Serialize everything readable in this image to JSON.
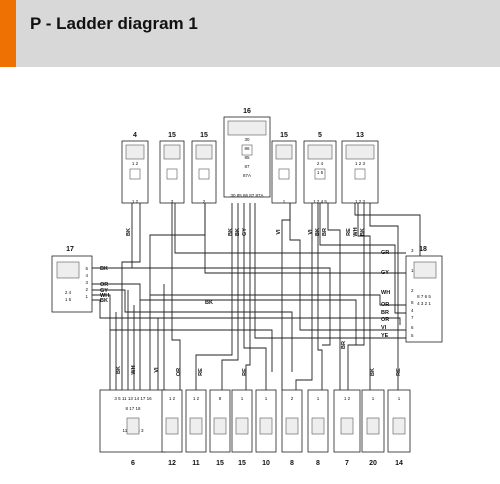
{
  "page": {
    "title": "P - Ladder diagram 1",
    "accent_color": "#ee7203",
    "header_bg": "#d8d8d8"
  },
  "top_components": [
    {
      "number": "4",
      "pins": [
        "1",
        "2"
      ],
      "colors": [
        "BK"
      ],
      "body": [
        "1 2"
      ]
    },
    {
      "number": "15",
      "pins": [
        "3"
      ]
    },
    {
      "number": "15",
      "pins": [
        "2"
      ]
    },
    {
      "number": "16",
      "pins": [
        "30",
        "85",
        "86",
        "87",
        "87A"
      ],
      "colors": [
        "BK",
        "BK",
        "GY"
      ],
      "body": [
        "30",
        "86",
        "85",
        "87",
        "87A"
      ]
    },
    {
      "number": "15",
      "pins": [
        "1"
      ],
      "colors": [
        "VI"
      ]
    },
    {
      "number": "5",
      "pins": [
        "1",
        "2",
        "4",
        "5"
      ],
      "colors": [
        "VI",
        "BK",
        "BR"
      ],
      "body": [
        "2 4",
        "1 5"
      ]
    },
    {
      "number": "13",
      "pins": [
        "1",
        "2",
        "3"
      ],
      "colors": [
        "RE",
        "WH",
        "BK"
      ],
      "body": [
        "1 2 3"
      ]
    }
  ],
  "left_component": {
    "number": "17",
    "pins": [
      "5",
      "4",
      "3",
      "2",
      "1"
    ],
    "body": [
      "2 4",
      "1 5"
    ]
  },
  "right_component": {
    "number": "18",
    "pins": [
      "3",
      "1",
      "2",
      "8",
      "4",
      "7",
      "6",
      "5"
    ],
    "body": [
      "8 7 6 5",
      "4 3 2 1"
    ]
  },
  "left_wire_labels": [
    "BK",
    "OR",
    "GY",
    "WH",
    "BK"
  ],
  "middle_wire_labels": [
    "BK"
  ],
  "right_wire_labels": [
    "GR",
    "GY",
    "WH",
    "OR",
    "BR",
    "OR",
    "VI",
    "YE"
  ],
  "vertical_wire_labels": [
    "BK",
    "WH",
    "VI",
    "OR",
    "RE",
    "RE",
    "BR",
    "BK",
    "RE"
  ],
  "bottom_components": [
    {
      "number": "6",
      "pins": "3 5 11 13 14   17 16",
      "inner": [
        "8 17 18",
        "11 13 14 3"
      ]
    },
    {
      "number": "12",
      "pins": "1 2"
    },
    {
      "number": "11",
      "pins": "1 2"
    },
    {
      "number": "15",
      "pins": "8"
    },
    {
      "number": "15",
      "pins": "1"
    },
    {
      "number": "10",
      "pins": "1"
    },
    {
      "number": "8",
      "pins": "2"
    },
    {
      "number": "8",
      "pins": "1"
    },
    {
      "number": "7",
      "pins": "1 2"
    },
    {
      "number": "20",
      "pins": "1"
    },
    {
      "number": "14",
      "pins": "1"
    }
  ]
}
